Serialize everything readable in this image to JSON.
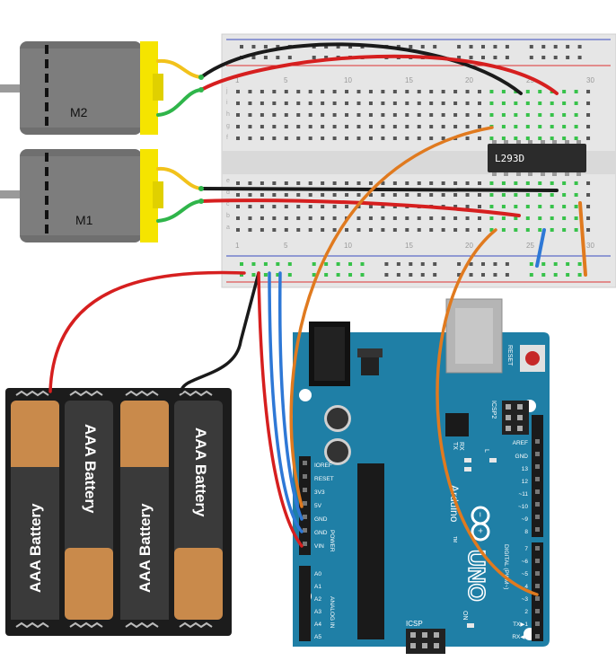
{
  "motors": [
    {
      "label": "M2"
    },
    {
      "label": "M1"
    }
  ],
  "chip": {
    "label": "L293D"
  },
  "breadboard": {
    "column_numbers": [
      "1",
      "5",
      "10",
      "15",
      "20",
      "25",
      "30"
    ],
    "row_letters_top": [
      "j",
      "i",
      "h",
      "g",
      "f"
    ],
    "row_letters_bottom": [
      "e",
      "d",
      "c",
      "b",
      "a"
    ]
  },
  "battery_pack": {
    "cells": [
      "AAA Battery",
      "AAA Battery",
      "AAA Battery",
      "AAA Battery"
    ]
  },
  "arduino": {
    "reset_label": "RESET",
    "icsp2_label": "ICSP2",
    "icsp_label": "ICSP",
    "brand": "Arduino",
    "tm": "TM",
    "model": "UNO",
    "on_label": "ON",
    "tx_label": "TX",
    "rx_label": "RX",
    "l_label": "L",
    "power_header": [
      "IOREF",
      "RESET",
      "3V3",
      "5V",
      "GND",
      "GND",
      "VIN"
    ],
    "power_title": "POWER",
    "analog_header": [
      "A0",
      "A1",
      "A2",
      "A3",
      "A4",
      "A5"
    ],
    "analog_title": "ANALOG IN",
    "digital_top": [
      "AREF",
      "GND",
      "13",
      "12",
      "~11",
      "~10",
      "~9",
      "8"
    ],
    "digital_bottom": [
      "7",
      "~6",
      "~5",
      "4",
      "~3",
      "2",
      "TX▶1",
      "RX◀0"
    ],
    "digital_title": "DIGITAL (PWM~)"
  },
  "colors": {
    "motor_body": "#6f6f6f",
    "motor_cap": "#f5e400",
    "breadboard": "#e6e6e6",
    "chip": "#2b2b2b",
    "arduino": "#1f7fa6",
    "battery_holder": "#1c1c1c",
    "battery_orange": "#c98a4b",
    "wire_red": "#d61f1f",
    "wire_black": "#1a1a1a",
    "wire_blue": "#2e78d6",
    "wire_orange": "#e07a1f",
    "wire_yellow": "#f2c21b",
    "wire_green": "#2fb54a"
  }
}
